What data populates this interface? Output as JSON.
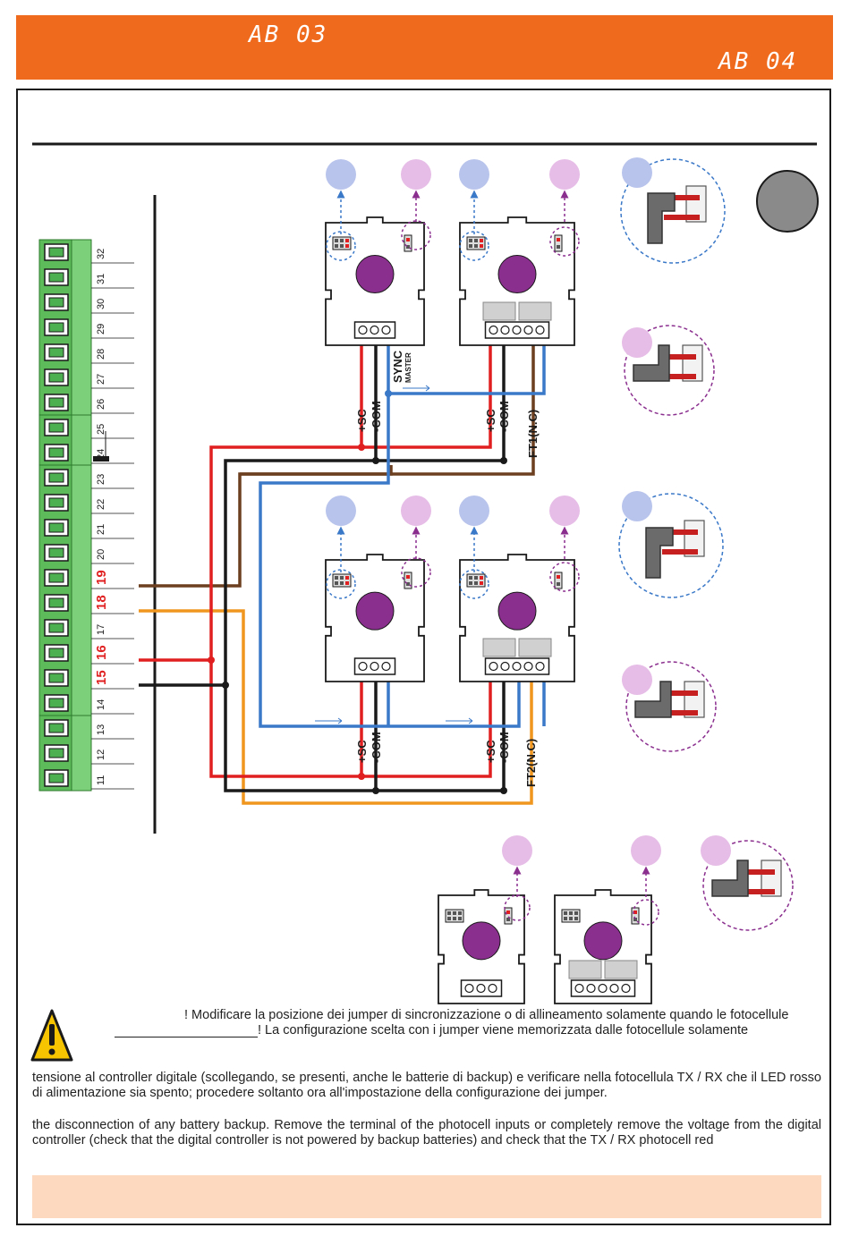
{
  "header": {
    "code_left": "AB 03",
    "code_right": "AB 04",
    "bar_color": "#f06a1e"
  },
  "terminals": {
    "numbers": [
      "32",
      "31",
      "30",
      "29",
      "28",
      "27",
      "26",
      "25",
      "24",
      "23",
      "22",
      "21",
      "20",
      "19",
      "18",
      "17",
      "16",
      "15",
      "14",
      "13",
      "12",
      "11"
    ],
    "highlighted": [
      "19",
      "18",
      "16",
      "15"
    ],
    "highlight_color": "#e02020"
  },
  "wires": {
    "red": "#e02020",
    "black": "#1a1a1a",
    "brown": "#6b3f1f",
    "blue": "#3a78c8",
    "orange": "#f0961e"
  },
  "labels": {
    "sc": "+SC",
    "com": "-COM",
    "sync": "SYNC",
    "master": "MASTER",
    "ft1": "FT1(N.C)",
    "ft2": "FT2(N.C)"
  },
  "icons": [
    "warning-icon",
    "photocell-tx-icon",
    "photocell-rx-icon",
    "jumper-plug-icon"
  ],
  "notes": {
    "warn1": "! Modificare la posizione dei jumper di sincronizzazione o di allineamento solamente quando le fotocellule",
    "warn2": "! La configurazione scelta con i jumper viene memorizzata dalle fotocellule solamente",
    "it_text": "tensione al controller digitale (scollegando, se presenti, anche le batterie di backup) e verificare nella fotocellula TX / RX che il LED rosso di alimentazione sia spento; procedere soltanto ora all'impostazione della configurazione dei jumper.",
    "en_text": "the disconnection of any battery backup.  Remove the terminal of the photocell inputs or completely remove the voltage from the digital controller (check that the digital controller is not powered by backup batteries) and check that the TX / RX photocell red"
  },
  "colors": {
    "terminal_green": "#5dbb5a",
    "photocell_purple": "#8b2f8f",
    "circle_blue": "#b9c4ec",
    "circle_pink": "#e6bde6",
    "note_box": "#fcd9bf"
  }
}
